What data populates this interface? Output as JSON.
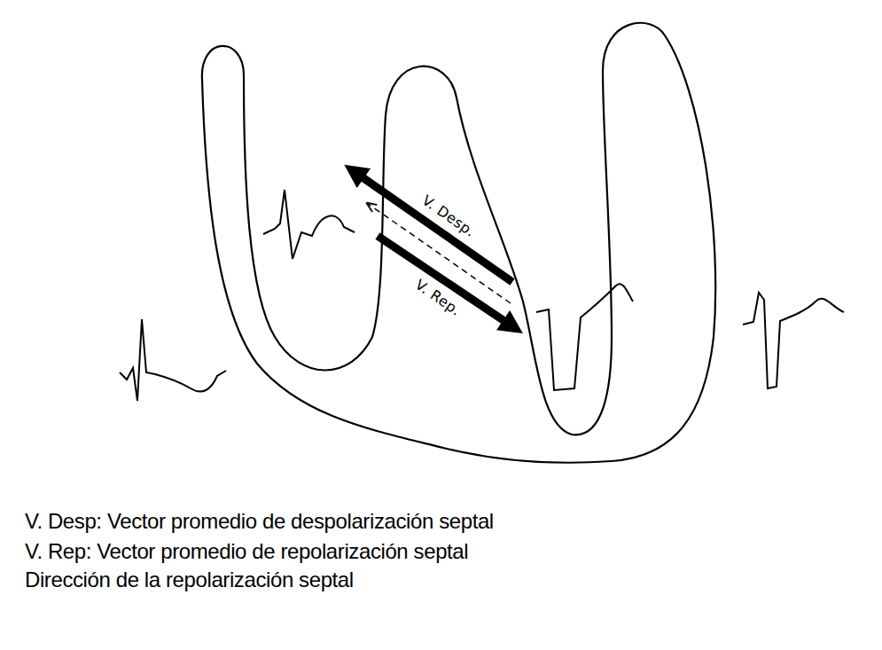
{
  "diagram": {
    "labels": [
      "V. Desp.",
      "V. Rep.",
      "V. Desp: Vector promedio de despolarización septal",
      "V. Rep: Vector promedio de repolarización septal",
      "Dirección de la repolarización septal"
    ]
  }
}
